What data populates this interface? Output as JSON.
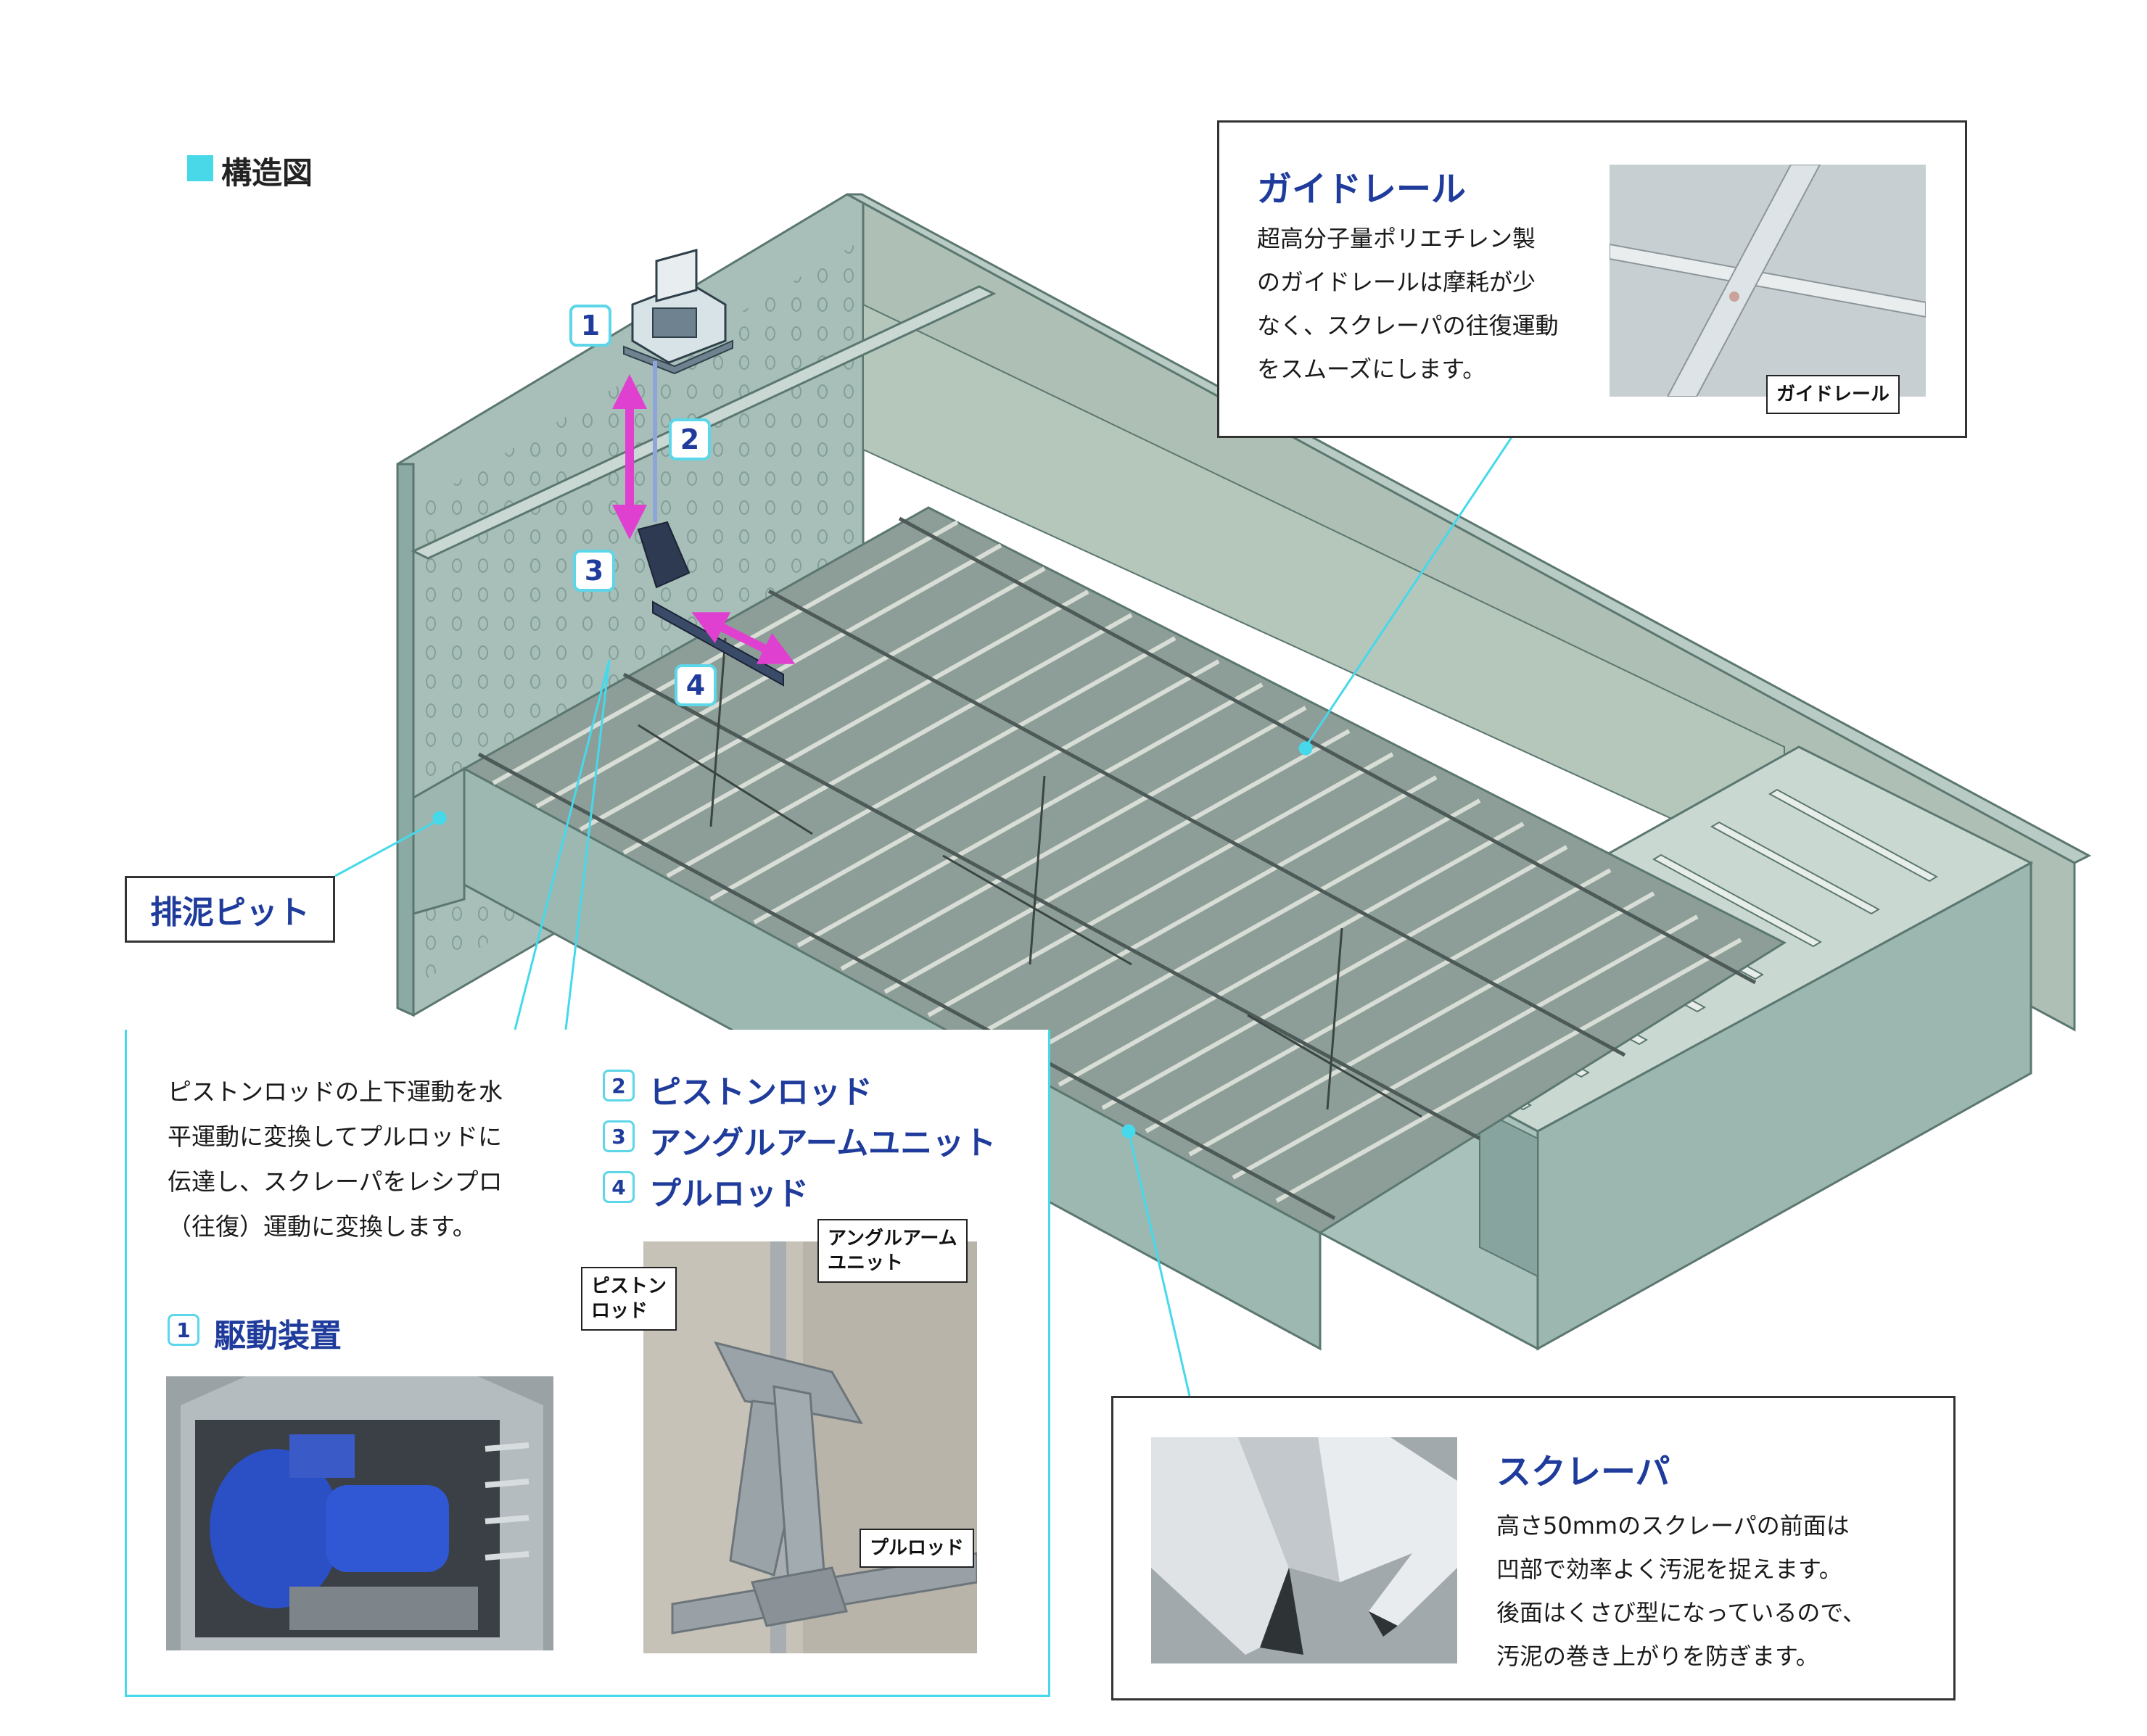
{
  "title": "構造図",
  "guide_rail": {
    "heading": "ガイドレール",
    "lines": [
      "超高分子量ポリエチレン製",
      "のガイドレールは摩耗が少",
      "なく、スクレーパの往復運動",
      "をスムーズにします。"
    ],
    "photo_tag": "ガイドレール"
  },
  "pit": {
    "label": "排泥ピット"
  },
  "mechanism": {
    "lines": [
      "ピストンロッドの上下運動を水",
      "平運動に変換してプルロッドに",
      "伝達し、スクレーパをレシプロ",
      "（往復）運動に変換します。"
    ],
    "items": [
      {
        "num": "2",
        "label": "ピストンロッド"
      },
      {
        "num": "3",
        "label": "アングルアームユニット"
      },
      {
        "num": "4",
        "label": "プルロッド"
      }
    ],
    "drive": {
      "num": "1",
      "label": "駆動装置"
    },
    "tag_piston": [
      "ピストン",
      "ロッド"
    ],
    "tag_angle": [
      "アングルアーム",
      "ユニット"
    ],
    "tag_pull": "プルロッド"
  },
  "scraper": {
    "heading": "スクレーパ",
    "lines": [
      "高さ50mmのスクレーパの前面は",
      "凹部で効率よく汚泥を捉えます。",
      "後面はくさび型になっているので、",
      "汚泥の巻き上がりを防ぎます。"
    ]
  },
  "diagram_numbers": [
    "1",
    "2",
    "3",
    "4"
  ],
  "colors": {
    "accent_cyan": "#45d9eb",
    "heading_blue": "#1f3c9c",
    "arrow_magenta": "#e040d0"
  }
}
